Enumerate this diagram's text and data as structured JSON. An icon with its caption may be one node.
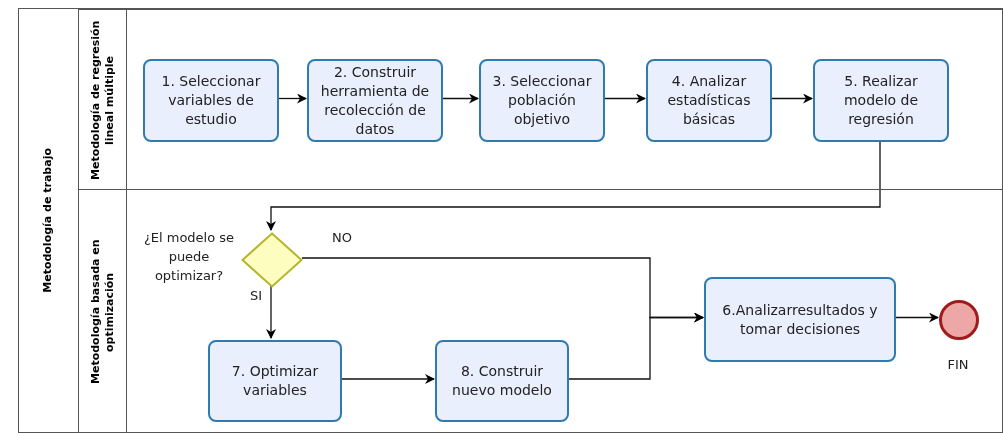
{
  "diagram": {
    "nodes": [
      {
        "text": [
          "Metodología de trabajo"
        ]
      },
      {
        "text": [
          "Metodología de regresión lineal múltiple"
        ],
        "in": 0
      },
      {
        "text": [
          "Metodología basada en optimización"
        ],
        "in": 0
      },
      {
        "text": [
          "1. Seleccionar variables de estudio"
        ],
        "in": 1
      },
      {
        "text": [
          "2. Construir herramienta de recolección de datos"
        ],
        "in": 1
      },
      {
        "text": [
          "3. Seleccionar población objetivo"
        ],
        "in": 1
      },
      {
        "text": [
          "4. Analizar estadísticas básicas"
        ],
        "in": 1
      },
      {
        "text": [
          "5. Realizar modelo de regresión"
        ],
        "in": 1
      },
      {
        "text": [],
        "shape": "diamond",
        "beside": [
          "¿El modelo se puede optimizar?"
        ],
        "in": 2
      },
      {
        "text": [
          "7. Optimizar variables"
        ],
        "in": 2
      },
      {
        "text": [
          "8. Construir nuevo modelo"
        ],
        "in": 2
      },
      {
        "text": [
          "6.Analizarresultados y tomar decisiones"
        ],
        "in": 2
      },
      {
        "text": [],
        "shape": "circle",
        "beside": [
          "FIN"
        ],
        "in": 2
      }
    ],
    "edges": [
      {
        "from": 3,
        "to": 4,
        "arrow": "to"
      },
      {
        "from": 4,
        "to": 5,
        "arrow": "to"
      },
      {
        "from": 5,
        "to": 6,
        "arrow": "to"
      },
      {
        "from": 6,
        "to": 7,
        "arrow": "to"
      },
      {
        "from": 7,
        "to": 8,
        "arrow": "to"
      },
      {
        "from": 8,
        "to": 9,
        "arrow": "to",
        "label": "SI"
      },
      {
        "from": 8,
        "to": 11,
        "arrow": "to",
        "label": "NO"
      },
      {
        "from": 9,
        "to": 10,
        "arrow": "to"
      },
      {
        "from": 10,
        "to": 11,
        "arrow": "to"
      },
      {
        "from": 11,
        "to": 12,
        "arrow": "to"
      }
    ]
  }
}
